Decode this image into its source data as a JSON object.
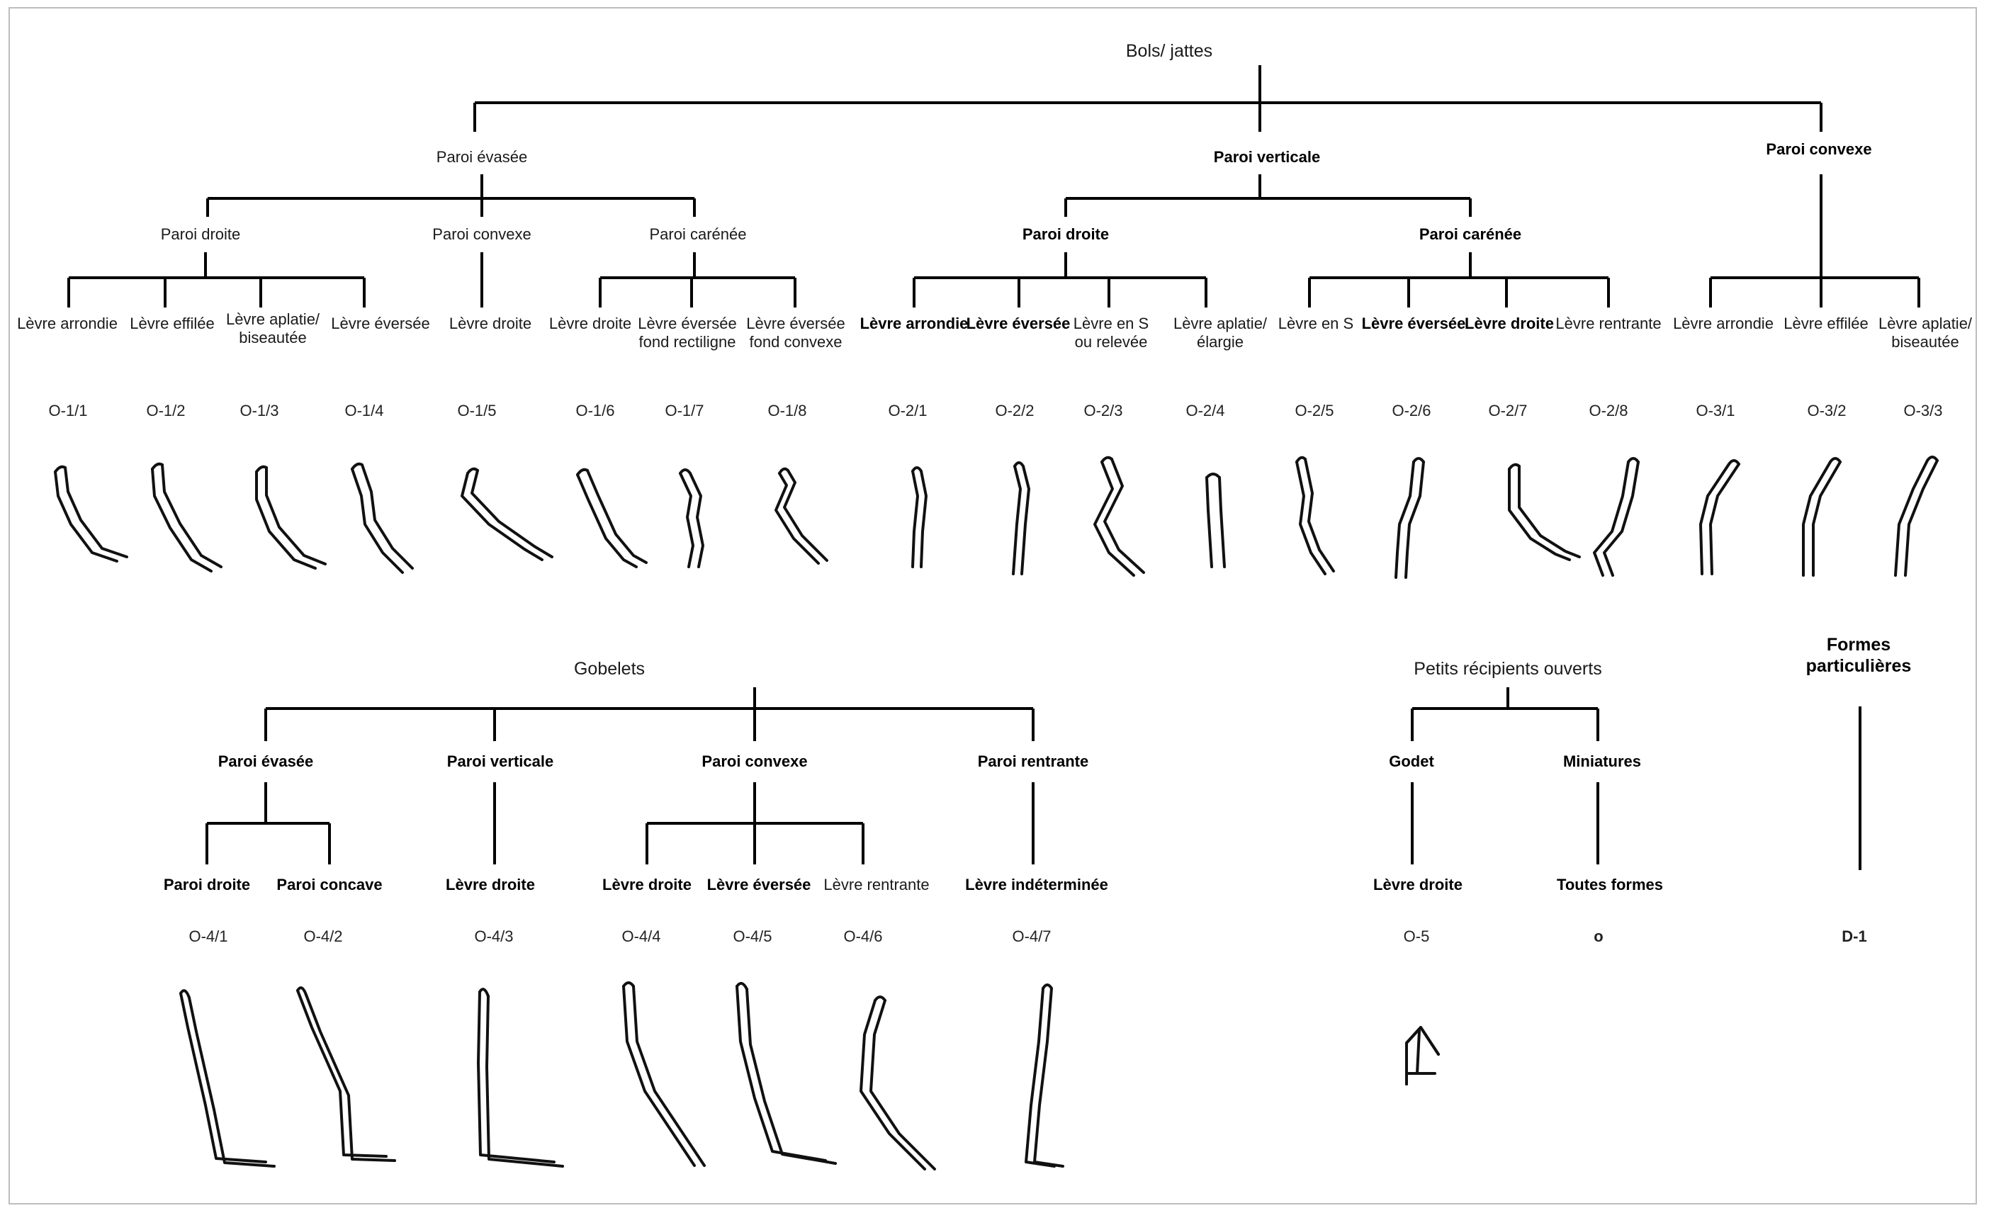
{
  "titles": {
    "bols": "Bols/ jattes",
    "gobelets": "Gobelets",
    "petits": "Petits récipients ouverts",
    "particulieres": "Formes\nparticulières"
  },
  "bols": {
    "evasee": {
      "label": "Paroi évasée",
      "droite": {
        "label": "Paroi droite",
        "items": [
          {
            "label": "Lèvre arrondie",
            "code": "O-1/1"
          },
          {
            "label": "Lèvre effilée",
            "code": "O-1/2"
          },
          {
            "label": "Lèvre aplatie/\nbiseautée",
            "code": "O-1/3"
          },
          {
            "label": "Lèvre éversée",
            "code": "O-1/4"
          }
        ]
      },
      "convexe": {
        "label": "Paroi convexe",
        "items": [
          {
            "label": "Lèvre droite",
            "code": "O-1/5"
          }
        ]
      },
      "carenee": {
        "label": "Paroi carénée",
        "items": [
          {
            "label": "Lèvre droite",
            "code": "O-1/6"
          },
          {
            "label": "Lèvre éversée\nfond rectiligne",
            "code": "O-1/7"
          },
          {
            "label": "Lèvre éversée\nfond convexe",
            "code": "O-1/8"
          }
        ]
      }
    },
    "verticale": {
      "label": "Paroi verticale",
      "droite": {
        "label": "Paroi droite",
        "items": [
          {
            "label": "Lèvre arrondie",
            "code": "O-2/1"
          },
          {
            "label": "Lèvre éversée",
            "code": "O-2/2"
          },
          {
            "label": "Lèvre en S\nou relevée",
            "code": "O-2/3"
          },
          {
            "label": "Lèvre aplatie/\nélargie",
            "code": "O-2/4"
          }
        ]
      },
      "carenee": {
        "label": "Paroi carénée",
        "items": [
          {
            "label": "Lèvre en S",
            "code": "O-2/5"
          },
          {
            "label": "Lèvre éversée",
            "code": "O-2/6"
          },
          {
            "label": "Lèvre droite",
            "code": "O-2/7"
          },
          {
            "label": "Lèvre rentrante",
            "code": "O-2/8"
          }
        ]
      }
    },
    "convexe": {
      "label": "Paroi convexe",
      "items": [
        {
          "label": "Lèvre arrondie",
          "code": "O-3/1"
        },
        {
          "label": "Lèvre effilée",
          "code": "O-3/2"
        },
        {
          "label": "Lèvre aplatie/\nbiseautée",
          "code": "O-3/3"
        }
      ]
    }
  },
  "gobelets": {
    "evasee": {
      "label": "Paroi évasée",
      "items": [
        {
          "label": "Paroi droite",
          "code": "O-4/1"
        },
        {
          "label": "Paroi concave",
          "code": "O-4/2"
        }
      ]
    },
    "verticale": {
      "label": "Paroi verticale",
      "items": [
        {
          "label": "Lèvre droite",
          "code": "O-4/3"
        }
      ]
    },
    "convexe": {
      "label": "Paroi convexe",
      "items": [
        {
          "label": "Lèvre droite",
          "code": "O-4/4"
        },
        {
          "label": "Lèvre éversée",
          "code": "O-4/5"
        },
        {
          "label": "Lèvre rentrante",
          "code": "O-4/6"
        }
      ]
    },
    "rentrante": {
      "label": "Paroi rentrante",
      "items": [
        {
          "label": "Lèvre indéterminée",
          "code": "O-4/7"
        }
      ]
    }
  },
  "petits": {
    "godet": {
      "label": "Godet",
      "item": {
        "label": "Lèvre droite",
        "code": "O-5"
      }
    },
    "miniatures": {
      "label": "Miniatures",
      "item": {
        "label": "Toutes formes",
        "code": "o"
      }
    }
  },
  "particulieres": {
    "code": "D-1"
  }
}
